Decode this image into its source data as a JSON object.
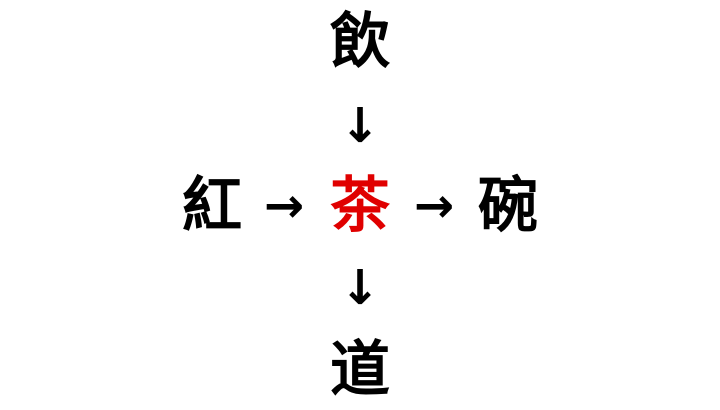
{
  "puzzle": {
    "top": "飲",
    "left": "紅",
    "center": "茶",
    "right": "碗",
    "bottom": "道",
    "center_color": "#e00000"
  },
  "arrows": {
    "down": "↓",
    "right": "→"
  }
}
